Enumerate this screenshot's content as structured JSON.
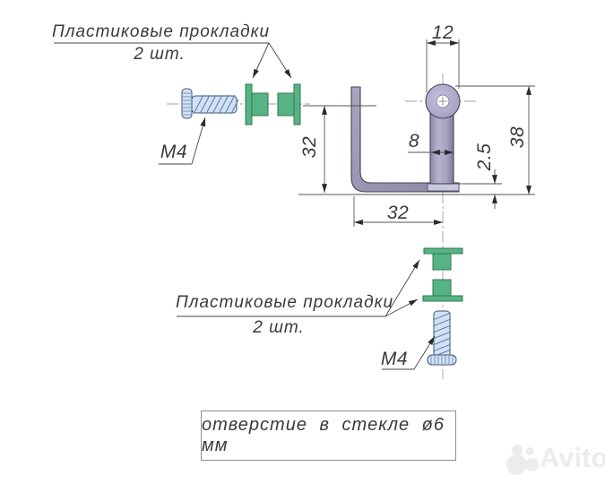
{
  "labels": {
    "top_spacers_line1": "Пластиковые прокладки",
    "top_spacers_line2": "2 шт.",
    "top_screw": "M4",
    "bottom_spacers_line1": "Пластиковые прокладки",
    "bottom_spacers_line2": "2 шт.",
    "bottom_screw": "M4"
  },
  "dimensions": {
    "hole_boss_width": "12",
    "hook_inner_height": "32",
    "strap_width": "8",
    "plate_thickness": "2.5",
    "overall_height": "38",
    "hook_depth": "32"
  },
  "note": {
    "text": "отверстие в стекле ø6 мм"
  },
  "watermark": {
    "text": "Avito"
  },
  "colors": {
    "spacer_fill": "#58b384",
    "spacer_stroke": "#2e7a52",
    "screw_fill": "#d2e1f3",
    "screw_stroke": "#44536e",
    "screw_thread": "#6487b8",
    "bracket_stroke": "#45445a",
    "plate_fill": "#c9c9dc",
    "dim_line": "#555555",
    "text": "#3a3a3a"
  }
}
